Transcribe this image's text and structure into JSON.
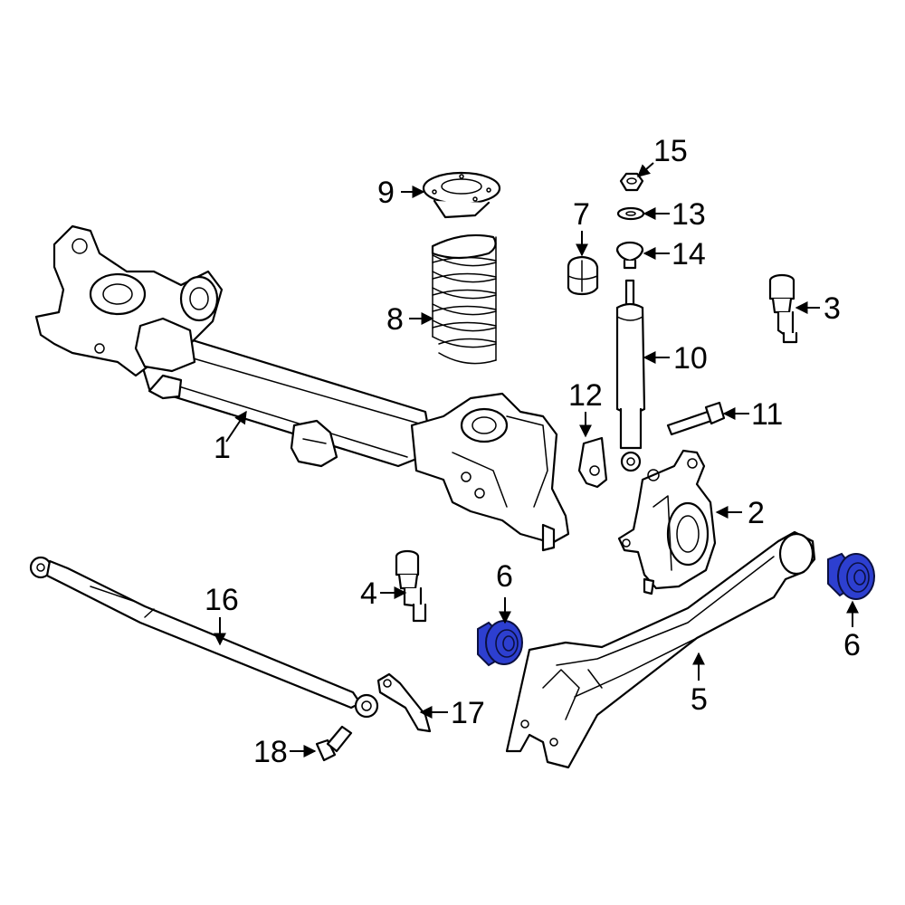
{
  "highlight_color": "#2d3fd0",
  "callouts": [
    {
      "id": "1",
      "label": "1"
    },
    {
      "id": "2",
      "label": "2"
    },
    {
      "id": "3",
      "label": "3"
    },
    {
      "id": "4",
      "label": "4"
    },
    {
      "id": "5",
      "label": "5"
    },
    {
      "id": "6a",
      "label": "6"
    },
    {
      "id": "6b",
      "label": "6"
    },
    {
      "id": "7",
      "label": "7"
    },
    {
      "id": "8",
      "label": "8"
    },
    {
      "id": "9",
      "label": "9"
    },
    {
      "id": "10",
      "label": "10"
    },
    {
      "id": "11",
      "label": "11"
    },
    {
      "id": "12",
      "label": "12"
    },
    {
      "id": "13",
      "label": "13"
    },
    {
      "id": "14",
      "label": "14"
    },
    {
      "id": "15",
      "label": "15"
    },
    {
      "id": "16",
      "label": "16"
    },
    {
      "id": "17",
      "label": "17"
    },
    {
      "id": "18",
      "label": "18"
    }
  ]
}
